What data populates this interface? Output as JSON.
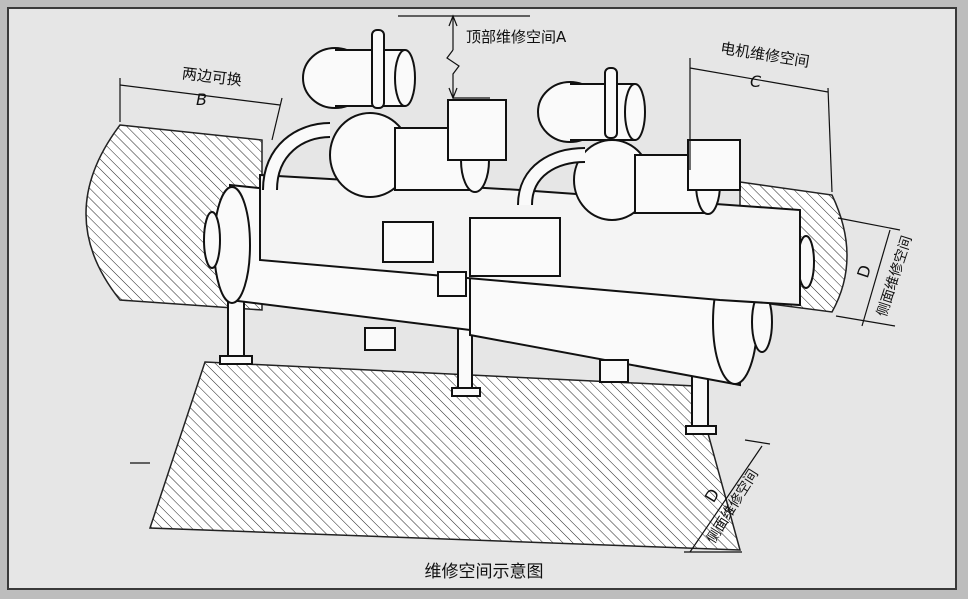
{
  "caption": "维修空间示意图",
  "labels": {
    "top": "顶部维修空间A",
    "both_sides": "两边可换",
    "b": "B",
    "motor": "电机维修空间",
    "c": "C",
    "d_right": "D",
    "side_right": "侧面维修空间",
    "d_bottom": "D",
    "side_bottom": "侧面维修空间"
  },
  "colors": {
    "background": "#bdbdbd",
    "panel": "#e6e6e6",
    "line": "#111111"
  }
}
